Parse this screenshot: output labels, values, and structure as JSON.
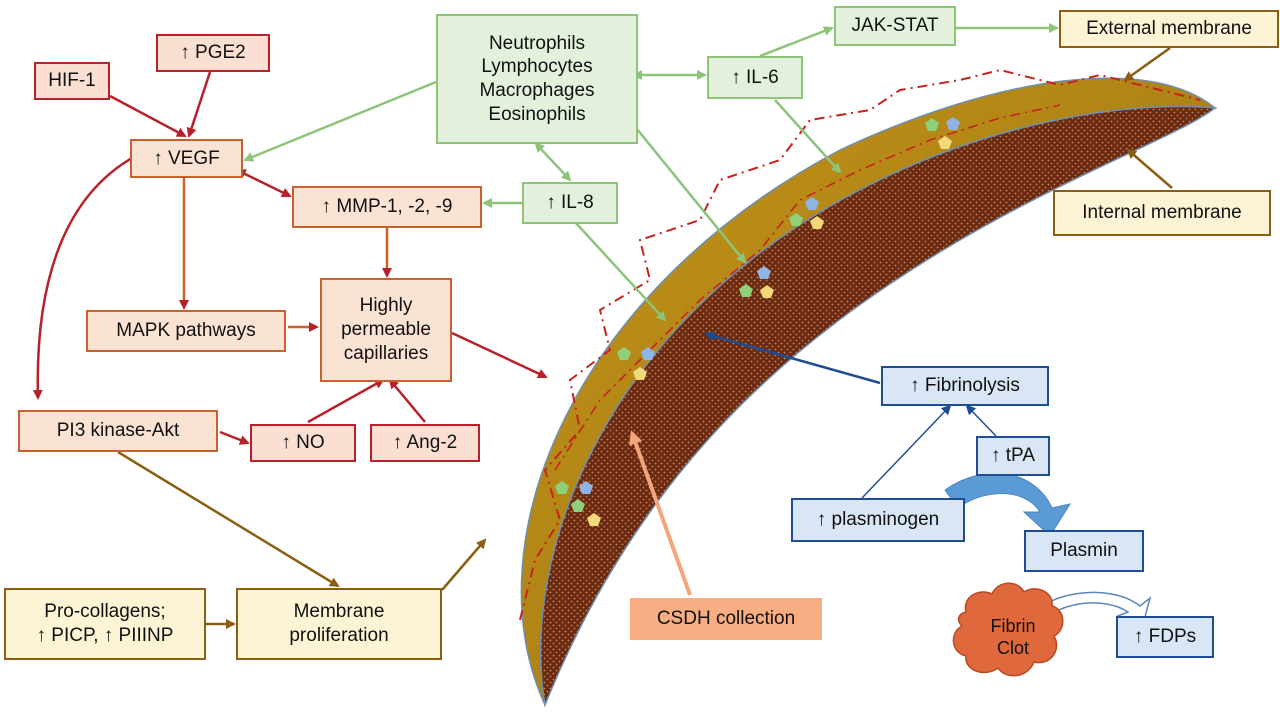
{
  "nodes": {
    "hif1": "HIF-1",
    "pge2": "↑ PGE2",
    "vegf": "↑ VEGF",
    "mmp": "↑ MMP-1, -2, -9",
    "mapk": "MAPK pathways",
    "capillaries": "Highly\npermeable\ncapillaries",
    "pi3k": "PI3 kinase-Akt",
    "no": "↑ NO",
    "ang2": "↑ Ang-2",
    "cells": "Neutrophils\nLymphocytes\nMacrophages\nEosinophils",
    "il6": "↑ IL-6",
    "il8": "↑ IL-8",
    "jakstat": "JAK-STAT",
    "external_membrane": "External membrane",
    "internal_membrane": "Internal membrane",
    "procollagens": "Pro-collagens;\n↑ PICP, ↑ PIIINP",
    "membrane_proliferation": "Membrane\nproliferation",
    "csdh": "CSDH collection",
    "fibrinolysis": "↑ Fibrinolysis",
    "tpa": "↑ tPA",
    "plasminogen": "↑ plasminogen",
    "plasmin": "Plasmin",
    "fibrin_clot": "Fibrin\nClot",
    "fdps": "↑ FDPs"
  },
  "colors": {
    "red_pathway": "#b8212a",
    "orange_pathway": "#c8612c",
    "green_pathway": "#8dc47a",
    "membrane_brown": "#8a5f12",
    "blue_pathway": "#1f4d94",
    "outer_membrane_fill": "#b88a19",
    "collection_fill": "#6b2a10",
    "csdh_label": "#f8ad83",
    "fibrin_clot": "#e0683d"
  }
}
